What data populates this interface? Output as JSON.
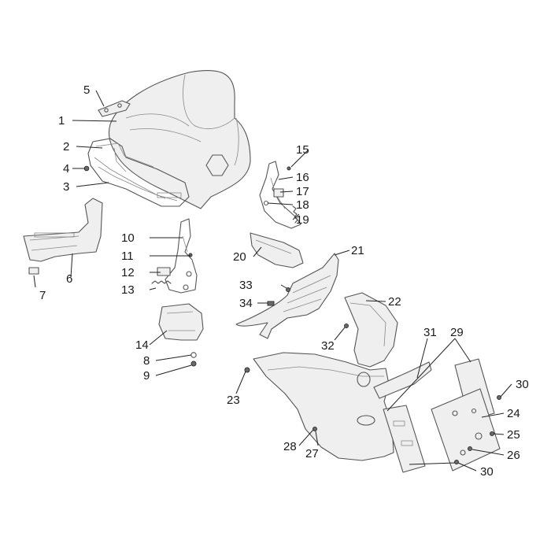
{
  "diagram": {
    "callouts": [
      {
        "id": "c1",
        "label": "1"
      },
      {
        "id": "c2",
        "label": "2"
      },
      {
        "id": "c3",
        "label": "3"
      },
      {
        "id": "c4",
        "label": "4"
      },
      {
        "id": "c5",
        "label": "5"
      },
      {
        "id": "c6",
        "label": "6"
      },
      {
        "id": "c7",
        "label": "7"
      },
      {
        "id": "c8",
        "label": "8"
      },
      {
        "id": "c9",
        "label": "9"
      },
      {
        "id": "c10",
        "label": "10"
      },
      {
        "id": "c11",
        "label": "11"
      },
      {
        "id": "c12",
        "label": "12"
      },
      {
        "id": "c13",
        "label": "13"
      },
      {
        "id": "c14",
        "label": "14"
      },
      {
        "id": "c15",
        "label": "15"
      },
      {
        "id": "c16",
        "label": "16"
      },
      {
        "id": "c17",
        "label": "17"
      },
      {
        "id": "c18",
        "label": "18"
      },
      {
        "id": "c19",
        "label": "19"
      },
      {
        "id": "c20",
        "label": "20"
      },
      {
        "id": "c21",
        "label": "21"
      },
      {
        "id": "c22",
        "label": "22"
      },
      {
        "id": "c23",
        "label": "23"
      },
      {
        "id": "c24",
        "label": "24"
      },
      {
        "id": "c25",
        "label": "25"
      },
      {
        "id": "c26",
        "label": "26"
      },
      {
        "id": "c27",
        "label": "27"
      },
      {
        "id": "c28",
        "label": "28"
      },
      {
        "id": "c29",
        "label": "29"
      },
      {
        "id": "c30a",
        "label": "30"
      },
      {
        "id": "c30b",
        "label": "30"
      },
      {
        "id": "c31",
        "label": "31"
      },
      {
        "id": "c32",
        "label": "32"
      },
      {
        "id": "c33",
        "label": "33"
      },
      {
        "id": "c34",
        "label": "34"
      }
    ]
  }
}
